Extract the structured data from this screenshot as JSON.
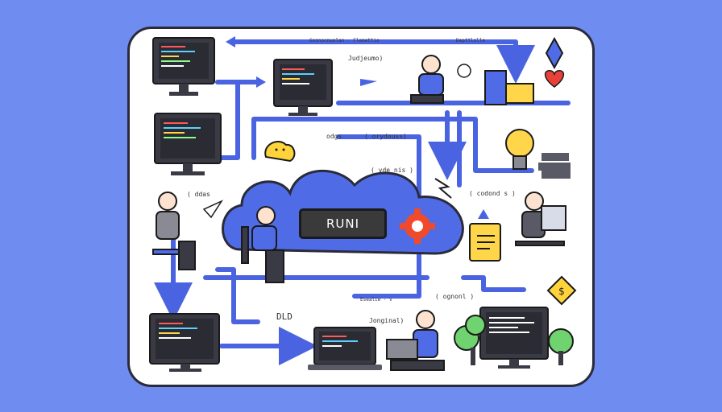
{
  "labels": {
    "top_left_banner": "Gonnocnuolan · Flemettio",
    "top_right_banner": "Depttlolle",
    "judjeumo": "Judjeumo)",
    "odgs": "odgs",
    "orydouss": "( orydouss)",
    "vdenis": "( vde nis )",
    "ddas": "( ddas",
    "cadonds": "( codond s )",
    "center_button": "RUNI",
    "bottom_mid": "Esealie · v",
    "ognonl": "( ognonl )",
    "dlp": "DLD",
    "jonginal": "Jonginal)"
  },
  "colors": {
    "background": "#6f8df0",
    "pipe": "#4a63e0",
    "cloud": "#4f6ce6",
    "monitor": "#3a3a44",
    "gear": "#f04a2a",
    "bulb": "#ffd54a",
    "heart": "#e8413a",
    "dollar": "#ffd33a"
  },
  "icons": [
    "monitor-icon",
    "person-icon",
    "cloud-icon",
    "gear-icon",
    "lightbulb-icon",
    "heart-icon",
    "diamond-icon",
    "dollar-icon",
    "tree-icon",
    "laptop-icon",
    "box-icon",
    "clipboard-icon",
    "lightning-icon",
    "paper-plane-icon",
    "smiley-icon"
  ]
}
